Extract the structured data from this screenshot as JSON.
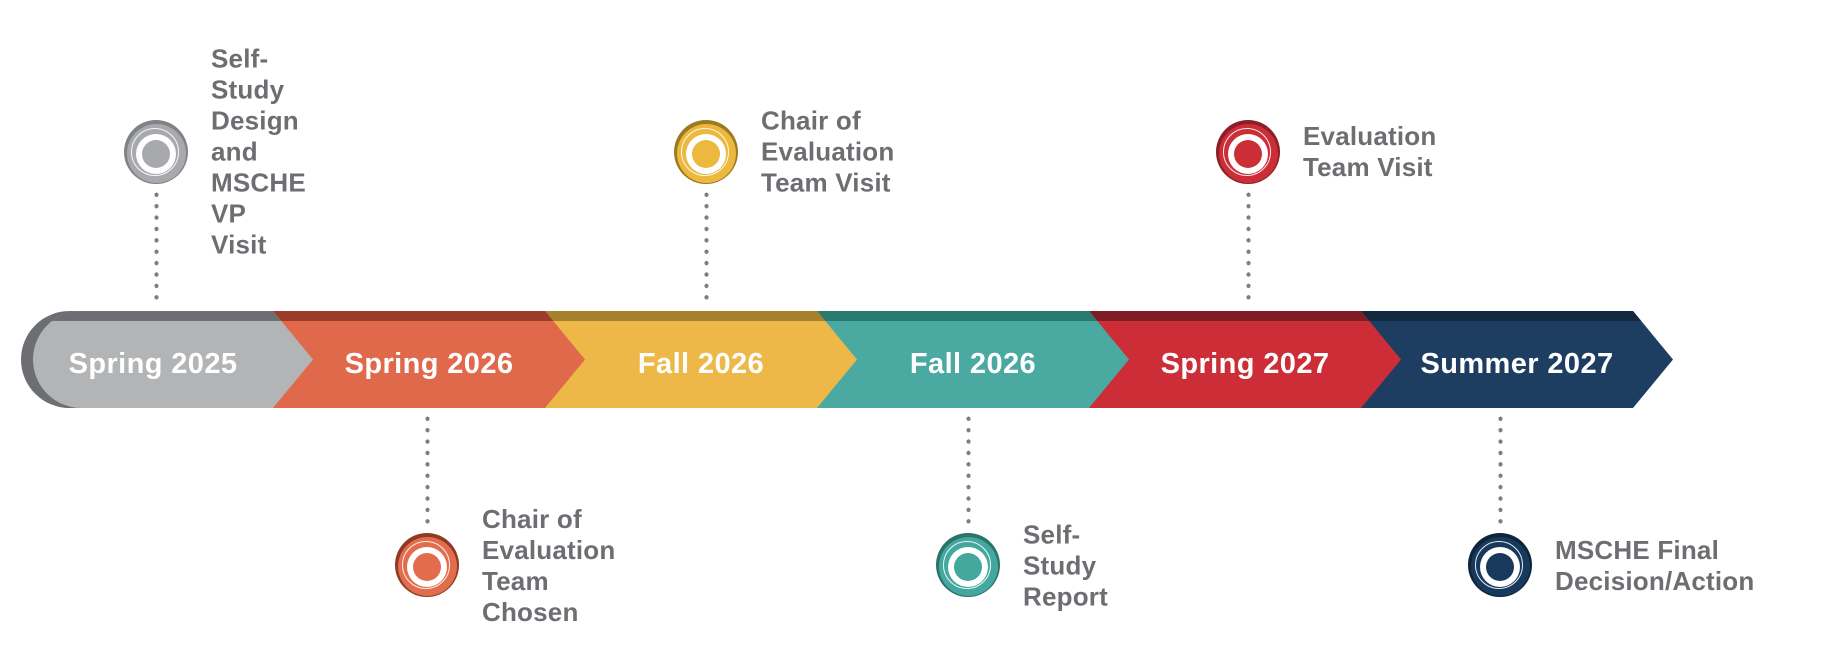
{
  "diagram": {
    "text_color": "#6d6e71",
    "dotted_line_color": "#7d7f82",
    "segments": [
      {
        "label": "Spring 2025",
        "color": "#b2b4b6",
        "dark": "#6d6e71"
      },
      {
        "label": "Spring 2026",
        "color": "#e0694c",
        "dark": "#9d3b2b"
      },
      {
        "label": "Fall 2026",
        "color": "#eeb849",
        "dark": "#a5812b"
      },
      {
        "label": "Fall 2026",
        "color": "#4aaaa2",
        "dark": "#2b7a70"
      },
      {
        "label": "Spring 2027",
        "color": "#cc2d37",
        "dark": "#7e1d25"
      },
      {
        "label": "Summer 2027",
        "color": "#1d3e60",
        "dark": "#13293f"
      }
    ],
    "milestones": [
      {
        "position": "above",
        "label": "Self-Study Design\nand MSCHE VP Visit",
        "color": "#a7a9ac",
        "dark": "#808285"
      },
      {
        "position": "below",
        "label": "Chair of Evaluation\nTeam Chosen",
        "color": "#e26d4d",
        "dark": "#8e3a24"
      },
      {
        "position": "above",
        "label": "Chair of Evaluation\nTeam Visit",
        "color": "#ecb83d",
        "dark": "#9c7a20"
      },
      {
        "position": "below",
        "label": "Self-Study Report",
        "color": "#44a89e",
        "dark": "#2a7468"
      },
      {
        "position": "above",
        "label": "Evaluation\nTeam Visit",
        "color": "#cc2e38",
        "dark": "#8c1f26"
      },
      {
        "position": "below",
        "label": "MSCHE Final\nDecision/Action",
        "color": "#17395c",
        "dark": "#0f2438"
      }
    ]
  }
}
